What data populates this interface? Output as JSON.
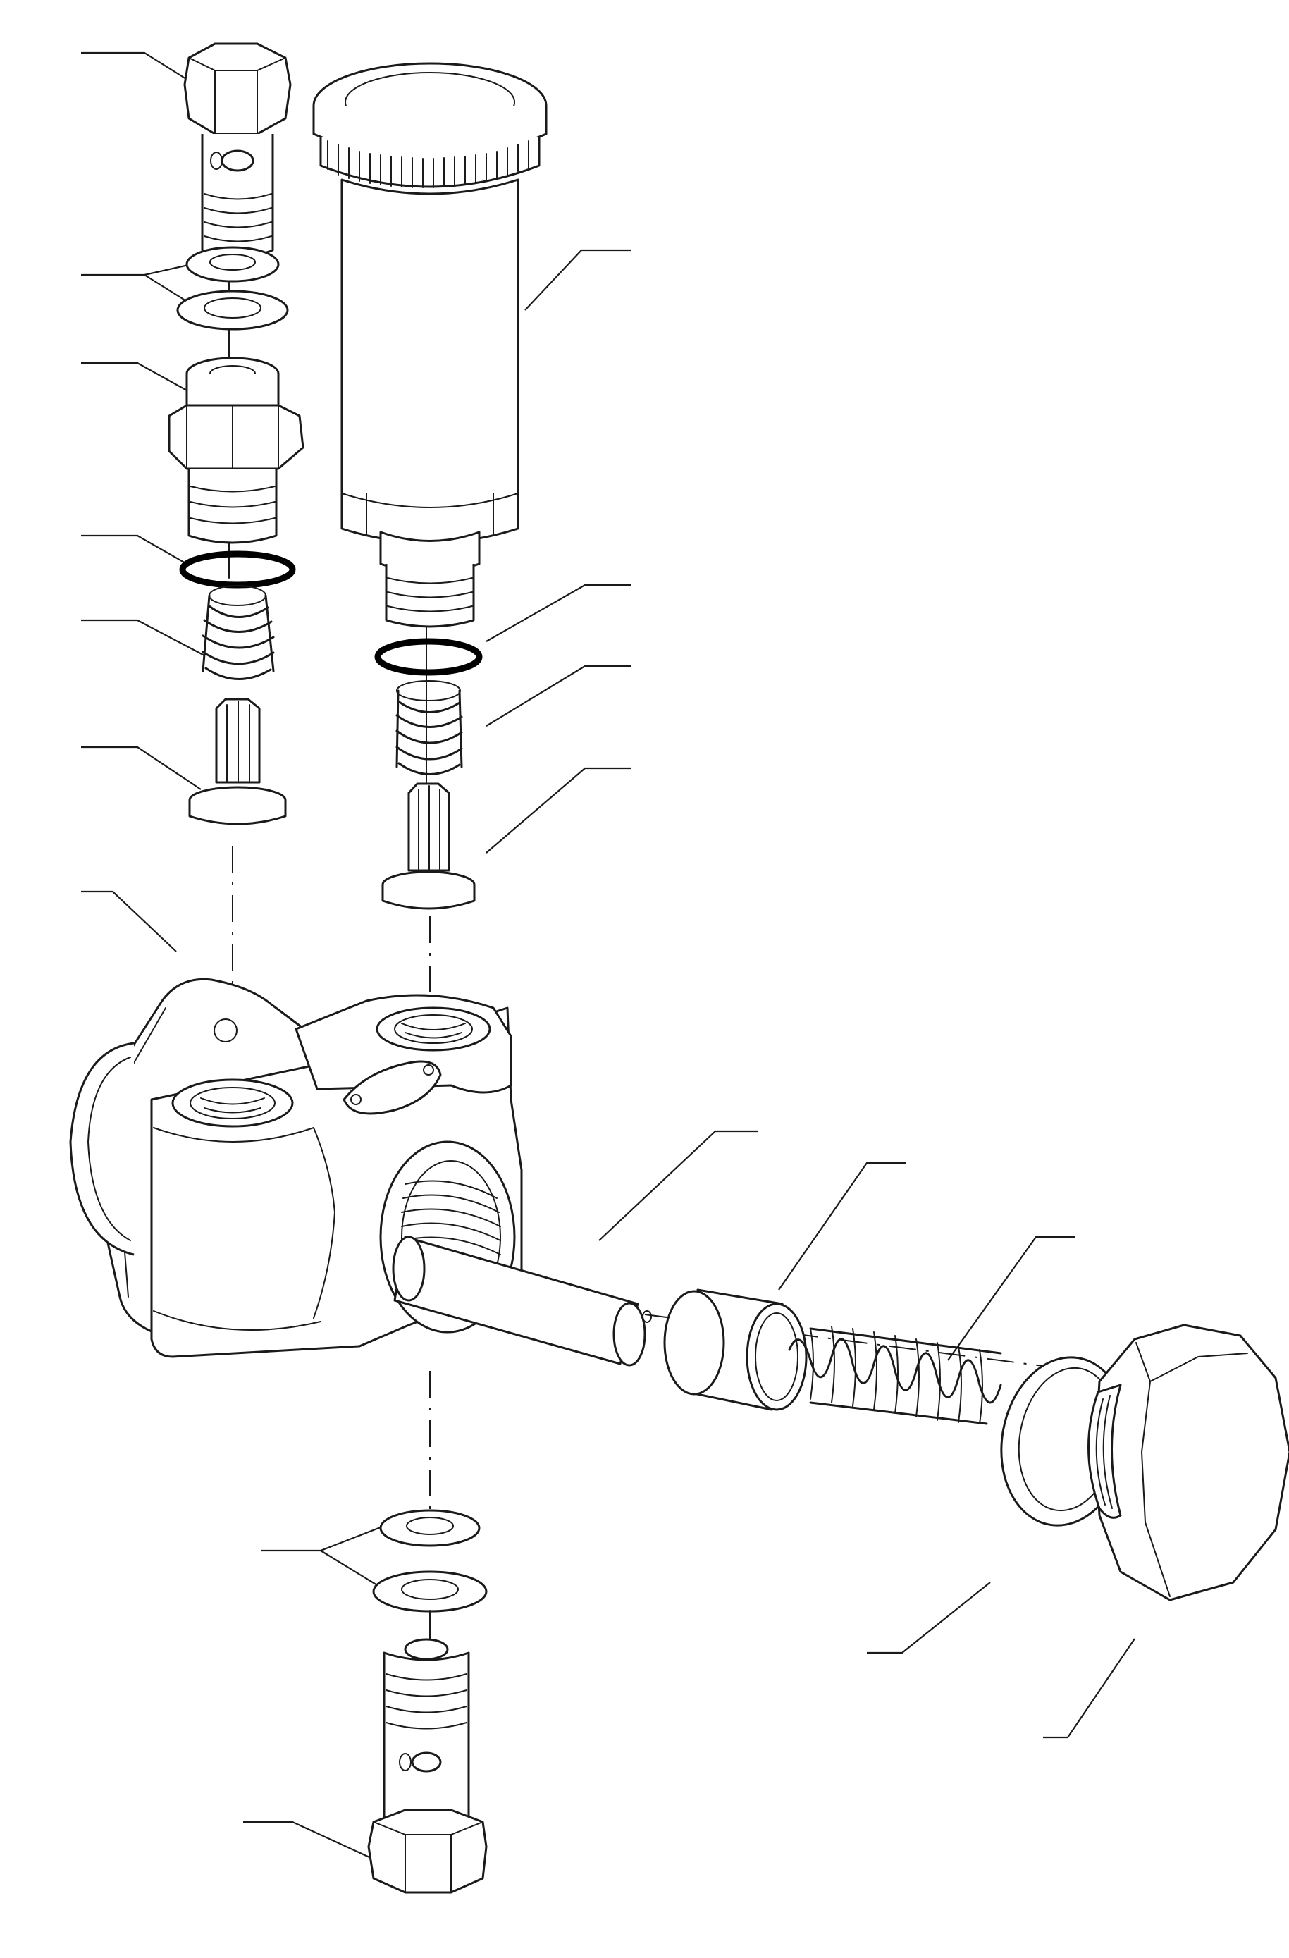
{
  "diagram": {
    "type": "exploded-parts-view",
    "callout_labels": [],
    "parts": [
      "banjo-bolt-top",
      "washers-top",
      "fitting-nipple",
      "o-ring-left",
      "spring-left",
      "check-valve-left",
      "pump-body",
      "priming-pump",
      "o-ring-right",
      "spring-right",
      "check-valve-right",
      "piston-rod",
      "piston",
      "piston-spring",
      "gasket",
      "plug",
      "washers-bottom",
      "banjo-bolt-bottom"
    ]
  }
}
